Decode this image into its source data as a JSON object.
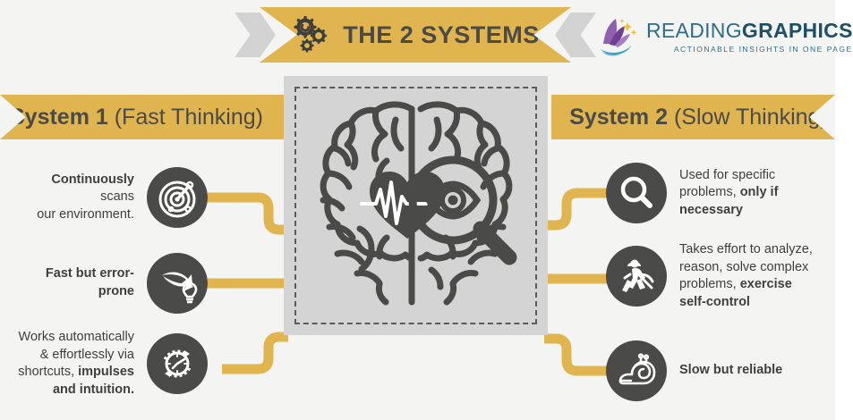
{
  "header": {
    "title": "THE 2 SYSTEMS",
    "gears_icon": "gears-icon",
    "chevron_left_icon": "chevron-right-decoration-icon",
    "chevron_right_icon": "chevron-left-decoration-icon"
  },
  "logo": {
    "name_light": "READING",
    "name_bold": "GRAPHICS",
    "tagline": "ACTIONABLE INSIGHTS IN ONE PAGE",
    "mark_icon": "open-book-with-stars-logo-icon"
  },
  "systems": {
    "left": {
      "title": "System 1",
      "subtitle": "(Fast Thinking)"
    },
    "right": {
      "title": "System 2",
      "subtitle": "(Slow Thinking)"
    }
  },
  "center": {
    "image_icon": "brain-top-view-with-heart-and-magnifier-icon",
    "left_hemisphere_icon": "heart-with-ekg-pulse-icon",
    "right_hemisphere_icon": "magnifying-glass-with-eye-icon"
  },
  "left_items": [
    {
      "icon": "radar-scan-icon",
      "text_parts": [
        {
          "text": "Continuously",
          "bold": true
        },
        {
          "text": " scans",
          "bold": false
        },
        {
          "break": true
        },
        {
          "text": "our environment.",
          "bold": false
        }
      ]
    },
    {
      "icon": "arrow-hitting-lightbulb-icon",
      "text_parts": [
        {
          "text": "Fast but error-prone",
          "bold": true
        }
      ]
    },
    {
      "icon": "clock-with-recycle-arrows-icon",
      "text_parts": [
        {
          "text": "Works automatically",
          "bold": false
        },
        {
          "break": true
        },
        {
          "text": "& effortlessly via",
          "bold": false
        },
        {
          "break": true
        },
        {
          "text": "shortcuts, ",
          "bold": false
        },
        {
          "text": "impulses",
          "bold": true
        },
        {
          "break": true
        },
        {
          "text": "and intuition.",
          "bold": true
        }
      ]
    }
  ],
  "right_items": [
    {
      "icon": "magnifying-glass-icon",
      "text_parts": [
        {
          "text": "Used for specific",
          "bold": false
        },
        {
          "break": true
        },
        {
          "text": "problems, ",
          "bold": false
        },
        {
          "text": "only if",
          "bold": true
        },
        {
          "break": true
        },
        {
          "text": "necessary",
          "bold": true
        }
      ]
    },
    {
      "icon": "miner-with-pickaxe-icon",
      "text_parts": [
        {
          "text": "Takes effort to analyze,",
          "bold": false
        },
        {
          "break": true
        },
        {
          "text": "reason, solve complex",
          "bold": false
        },
        {
          "break": true
        },
        {
          "text": "problems, ",
          "bold": false
        },
        {
          "text": "exercise",
          "bold": true
        },
        {
          "break": true
        },
        {
          "text": "self-control",
          "bold": true
        }
      ]
    },
    {
      "icon": "snail-icon",
      "text_parts": [
        {
          "text": "Slow but reliable",
          "bold": true
        }
      ]
    }
  ],
  "colors": {
    "gold": "#e0b44f",
    "dark_gray": "#4a4a48",
    "panel_gray": "#d4d4d4",
    "background": "#f4f4f2",
    "chevron_gray": "#d2d2d2",
    "logo_teal": "#2f6d86",
    "logo_purple": "#7b4f9d"
  }
}
